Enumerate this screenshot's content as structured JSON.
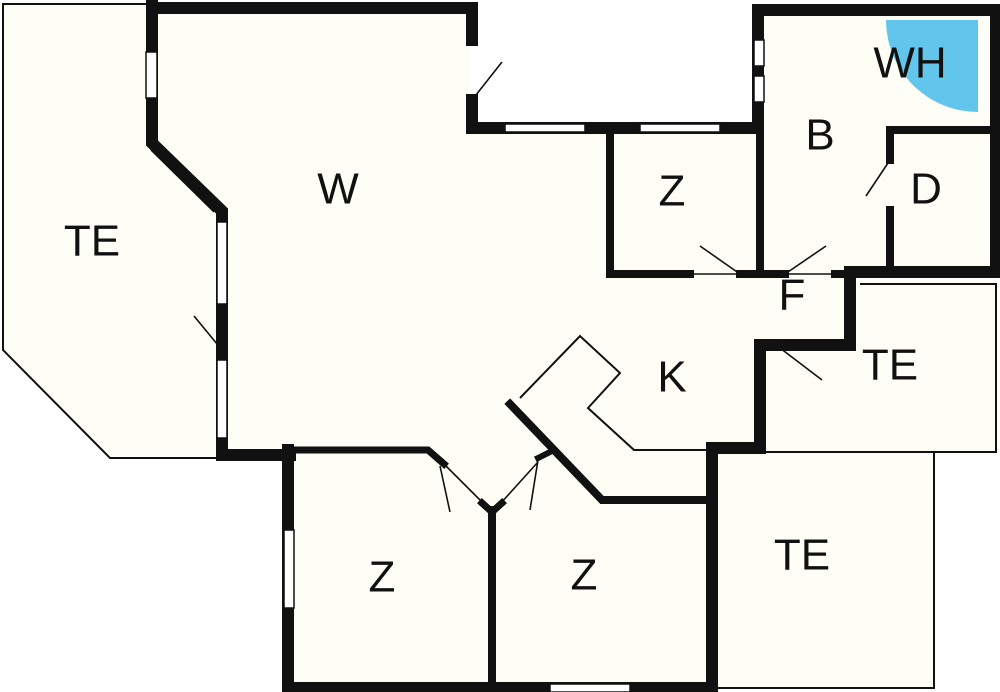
{
  "colors": {
    "wall": "#111111",
    "floor": "#fefef6",
    "heater": "#62c6ec"
  },
  "rooms": [
    {
      "id": "terrace-west",
      "label": "TE"
    },
    {
      "id": "living",
      "label": "W"
    },
    {
      "id": "room-center",
      "label": "Z"
    },
    {
      "id": "bathroom",
      "label": "B"
    },
    {
      "id": "water-heater",
      "label": "WH"
    },
    {
      "id": "shower",
      "label": "D"
    },
    {
      "id": "hall",
      "label": "F"
    },
    {
      "id": "kitchen",
      "label": "K"
    },
    {
      "id": "terrace-east",
      "label": "TE"
    },
    {
      "id": "room-southwest",
      "label": "Z"
    },
    {
      "id": "room-south",
      "label": "Z"
    },
    {
      "id": "terrace-southeast",
      "label": "TE"
    }
  ]
}
